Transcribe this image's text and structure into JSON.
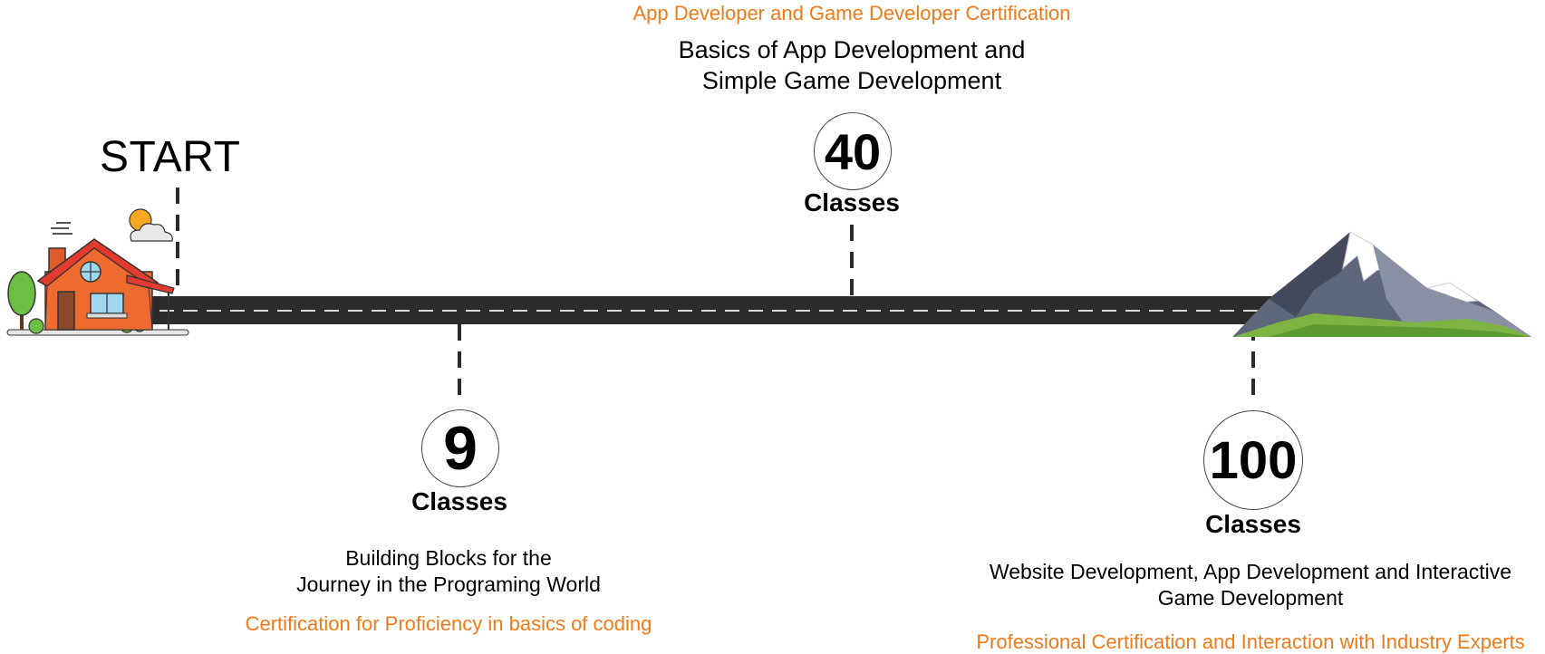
{
  "start": {
    "label": "START"
  },
  "milestones": {
    "m9": {
      "number": "9",
      "classes_label": "Classes",
      "description_line1": "Building Blocks for the",
      "description_line2": "Journey in the Programing World",
      "certification": "Certification for Proficiency in basics of coding"
    },
    "m40": {
      "number": "40",
      "classes_label": "Classes",
      "description_line1": "Basics of App Development and",
      "description_line2": "Simple Game Development",
      "certification": "App Developer and Game Developer Certification"
    },
    "m100": {
      "number": "100",
      "classes_label": "Classes",
      "description_line1": "Website Development, App Development and Interactive",
      "description_line2": "Game Development",
      "certification": "Professional Certification and Interaction with Industry Experts"
    }
  },
  "icons": {
    "start_icon": "house-icon",
    "end_icon": "mountain-icon",
    "weather_icon": "sun-cloud-icon"
  },
  "colors": {
    "road": "#2b2b2b",
    "road_dash": "#d9d9d9",
    "accent_orange": "#f07a1a",
    "connector": "#2b2b2b"
  }
}
